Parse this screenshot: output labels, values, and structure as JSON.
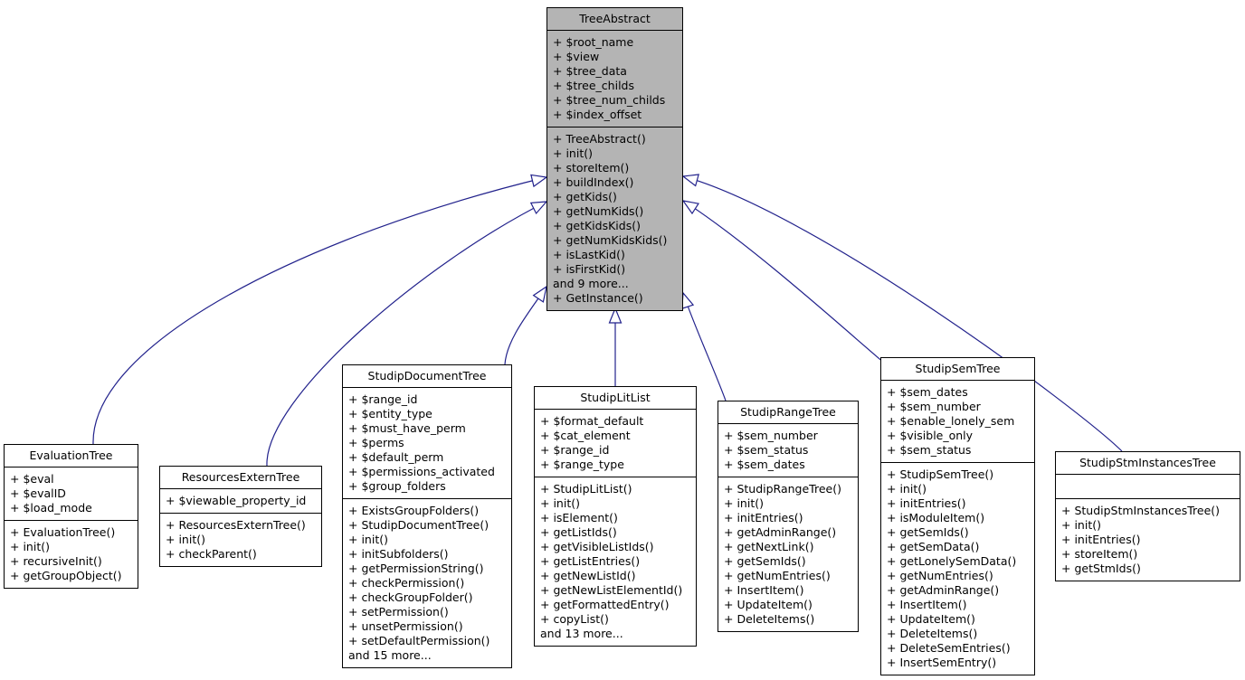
{
  "colors": {
    "edge_line": "#22228c",
    "root_node_fill": "#b4b4b4",
    "node_fill": "#ffffff",
    "node_border": "#000000",
    "arrowhead_fill": "#ffffff"
  },
  "classes": [
    {
      "name": "TreeAbstract",
      "root": true,
      "attributes": [
        "+ $root_name",
        "+ $view",
        "+ $tree_data",
        "+ $tree_childs",
        "+ $tree_num_childs",
        "+ $index_offset"
      ],
      "methods": [
        "+ TreeAbstract()",
        "+ init()",
        "+ storeItem()",
        "+ buildIndex()",
        "+ getKids()",
        "+ getNumKids()",
        "+ getKidsKids()",
        "+ getNumKidsKids()",
        "+ isLastKid()",
        "+ isFirstKid()",
        "and 9 more...",
        "+ GetInstance()"
      ]
    },
    {
      "name": "EvaluationTree",
      "root": false,
      "attributes": [
        "+ $eval",
        "+ $evalID",
        "+ $load_mode"
      ],
      "methods": [
        "+ EvaluationTree()",
        "+ init()",
        "+ recursiveInit()",
        "+ getGroupObject()"
      ]
    },
    {
      "name": "ResourcesExternTree",
      "root": false,
      "attributes": [
        "+ $viewable_property_id"
      ],
      "methods": [
        "+ ResourcesExternTree()",
        "+ init()",
        "+ checkParent()"
      ]
    },
    {
      "name": "StudipDocumentTree",
      "root": false,
      "attributes": [
        "+ $range_id",
        "+ $entity_type",
        "+ $must_have_perm",
        "+ $perms",
        "+ $default_perm",
        "+ $permissions_activated",
        "+ $group_folders"
      ],
      "methods": [
        "+ ExistsGroupFolders()",
        "+ StudipDocumentTree()",
        "+ init()",
        "+ initSubfolders()",
        "+ getPermissionString()",
        "+ checkPermission()",
        "+ checkGroupFolder()",
        "+ setPermission()",
        "+ unsetPermission()",
        "+ setDefaultPermission()",
        "and 15 more..."
      ]
    },
    {
      "name": "StudipLitList",
      "root": false,
      "attributes": [
        "+ $format_default",
        "+ $cat_element",
        "+ $range_id",
        "+ $range_type"
      ],
      "methods": [
        "+ StudipLitList()",
        "+ init()",
        "+ isElement()",
        "+ getListIds()",
        "+ getVisibleListIds()",
        "+ getListEntries()",
        "+ getNewListId()",
        "+ getNewListElementId()",
        "+ getFormattedEntry()",
        "+ copyList()",
        "and 13 more..."
      ]
    },
    {
      "name": "StudipRangeTree",
      "root": false,
      "attributes": [
        "+ $sem_number",
        "+ $sem_status",
        "+ $sem_dates"
      ],
      "methods": [
        "+ StudipRangeTree()",
        "+ init()",
        "+ initEntries()",
        "+ getAdminRange()",
        "+ getNextLink()",
        "+ getSemIds()",
        "+ getNumEntries()",
        "+ InsertItem()",
        "+ UpdateItem()",
        "+ DeleteItems()"
      ]
    },
    {
      "name": "StudipSemTree",
      "root": false,
      "attributes": [
        "+ $sem_dates",
        "+ $sem_number",
        "+ $enable_lonely_sem",
        "+ $visible_only",
        "+ $sem_status"
      ],
      "methods": [
        "+ StudipSemTree()",
        "+ init()",
        "+ initEntries()",
        "+ isModuleItem()",
        "+ getSemIds()",
        "+ getSemData()",
        "+ getLonelySemData()",
        "+ getNumEntries()",
        "+ getAdminRange()",
        "+ InsertItem()",
        "+ UpdateItem()",
        "+ DeleteItems()",
        "+ DeleteSemEntries()",
        "+ InsertSemEntry()"
      ]
    },
    {
      "name": "StudipStmInstancesTree",
      "root": false,
      "attributes": [],
      "methods": [
        "+ StudipStmInstancesTree()",
        "+ init()",
        "+ initEntries()",
        "+ storeItem()",
        "+ getStmIds()"
      ]
    }
  ],
  "edges": [
    {
      "from": "EvaluationTree",
      "to": "TreeAbstract",
      "type": "inheritance"
    },
    {
      "from": "ResourcesExternTree",
      "to": "TreeAbstract",
      "type": "inheritance"
    },
    {
      "from": "StudipDocumentTree",
      "to": "TreeAbstract",
      "type": "inheritance"
    },
    {
      "from": "StudipLitList",
      "to": "TreeAbstract",
      "type": "inheritance"
    },
    {
      "from": "StudipRangeTree",
      "to": "TreeAbstract",
      "type": "inheritance"
    },
    {
      "from": "StudipSemTree",
      "to": "TreeAbstract",
      "type": "inheritance"
    },
    {
      "from": "StudipStmInstancesTree",
      "to": "TreeAbstract",
      "type": "inheritance"
    }
  ]
}
